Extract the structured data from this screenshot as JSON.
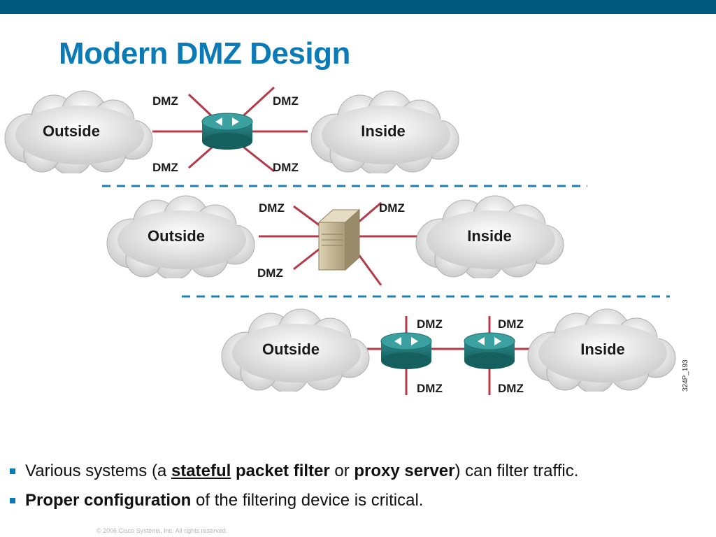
{
  "title": "Modern DMZ Design",
  "diagram": {
    "rows": [
      {
        "left": "Outside",
        "right": "Inside",
        "device": "router",
        "dmz": [
          "DMZ",
          "DMZ",
          "DMZ",
          "DMZ"
        ]
      },
      {
        "left": "Outside",
        "right": "Inside",
        "device": "server",
        "dmz": [
          "DMZ",
          "DMZ",
          "DMZ"
        ]
      },
      {
        "left": "Outside",
        "right": "Inside",
        "device": "two-routers",
        "dmz": [
          "DMZ",
          "DMZ",
          "DMZ",
          "DMZ"
        ]
      }
    ],
    "code": "324P_193"
  },
  "bullets": {
    "b1": {
      "t1": "Various systems (a ",
      "t2": "stateful",
      "t3": " ",
      "t4": "packet filter",
      "t5": " or ",
      "t6": "proxy server",
      "t7": ") can filter traffic."
    },
    "b2": {
      "t1": "Proper configuration",
      "t2": " of the filtering device is critical."
    }
  },
  "footer": "© 2006 Cisco Systems, Inc. All rights reserved.",
  "colors": {
    "title": "#0a7bb6",
    "topBar": "#005a80",
    "link": "#b53a48",
    "dashed": "#1f7fb3",
    "router": "#2e8b8b"
  }
}
